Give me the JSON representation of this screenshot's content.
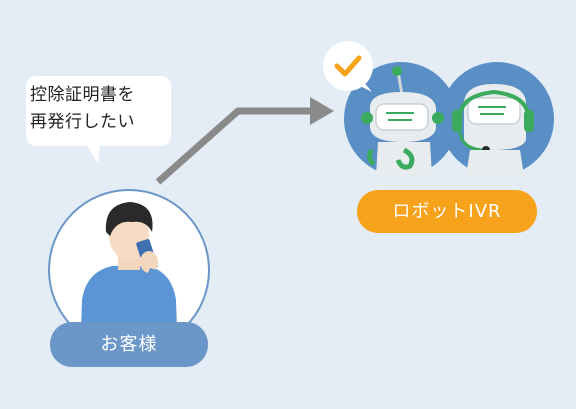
{
  "speech_bubble": {
    "line1": "控除証明書を",
    "line2": "再発行したい"
  },
  "customer": {
    "label": "お客様"
  },
  "robot": {
    "label": "ロボットIVR"
  },
  "colors": {
    "background": "#e4ecf5",
    "accent_orange": "#f6a21a",
    "robot_circle": "#5a8fc6",
    "customer_pill": "#6b96c8",
    "robot_green": "#3aaa5c",
    "arrow_gray": "#8a8a8a"
  }
}
